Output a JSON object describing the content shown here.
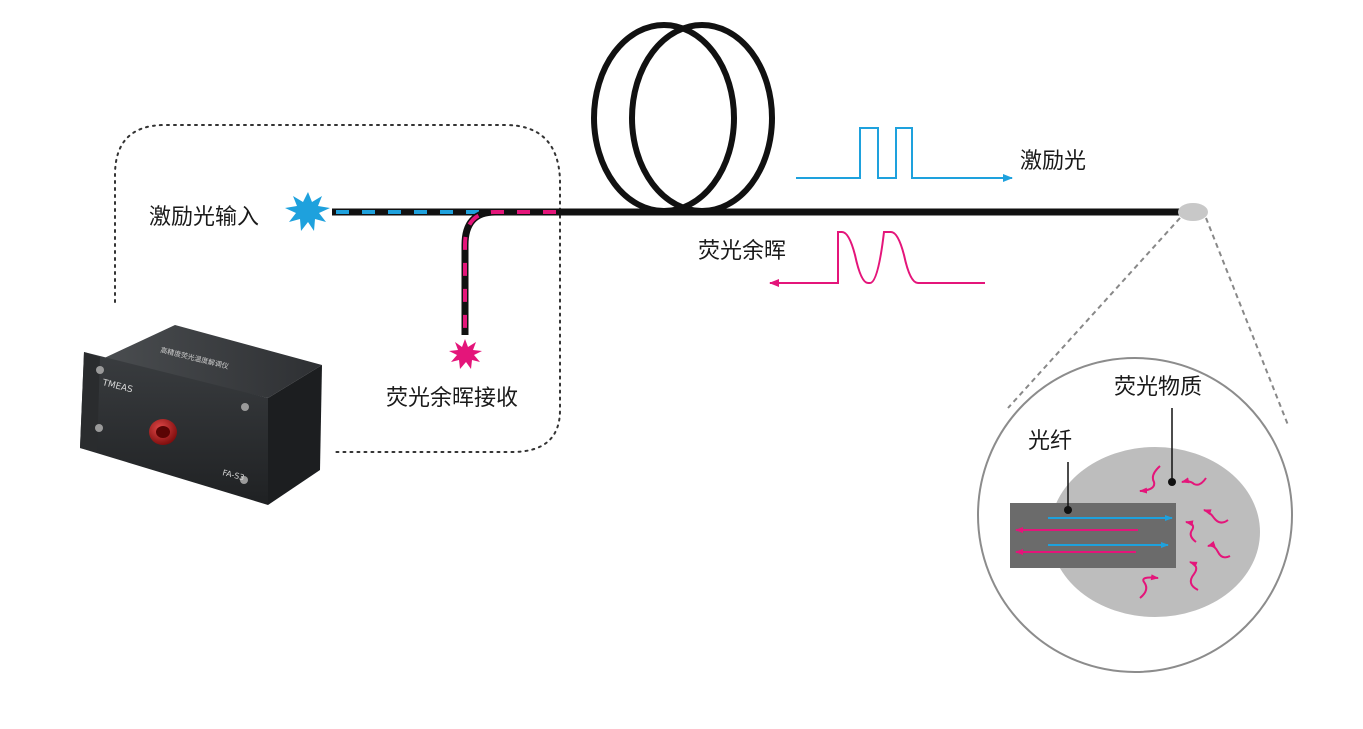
{
  "labels": {
    "excitation_input": "激励光输入",
    "afterglow_receive": "荧光余晖接收",
    "excitation_light": "激励光",
    "fluorescence_afterglow": "荧光余晖",
    "fluorescent_material": "荧光物质",
    "optical_fiber": "光纤"
  },
  "device": {
    "brand": "TMEAS",
    "model": "FA-S3",
    "panel_title": "高精度荧光温度解调仪"
  },
  "colors": {
    "excitation": "#1ea1dd",
    "fluorescence": "#e4157a",
    "fiber": "#111111",
    "probe": "#c8c8c8",
    "device_body": "#2b2e31"
  }
}
